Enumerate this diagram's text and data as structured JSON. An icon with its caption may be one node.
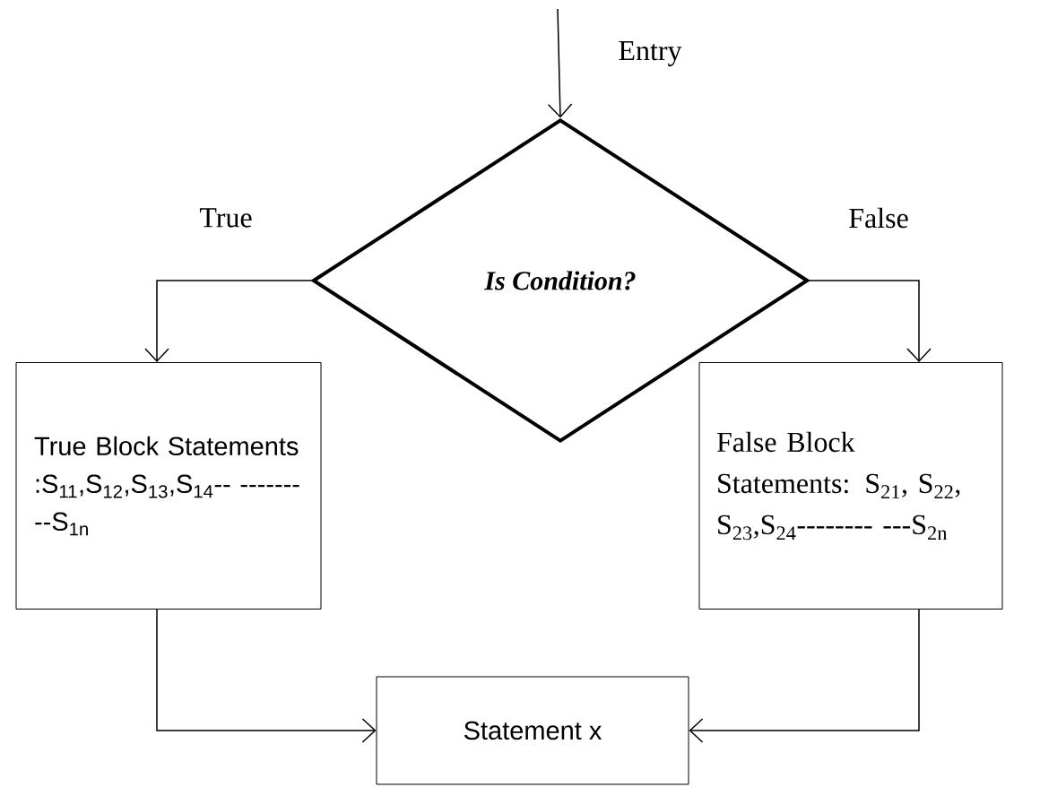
{
  "diagram": {
    "nodes": [
      {
        "text": [
          "Is Condition?"
        ]
      },
      {
        "text": [
          "True Block Statements :S$_{11}$,S$_{12}$,S$_{13}$,S$_{14}$-- ---------S$_{1n}$"
        ]
      },
      {
        "text": [
          "False Block Statements: S$_{21}$, S$_{22}$, S$_{23}$,S$_{24}$-------- ---S$_{2n}$"
        ]
      },
      {
        "text": [
          "Statement x"
        ]
      }
    ],
    "edges": [
      {
        "from": null,
        "to": 0,
        "arrow": "to",
        "label": "Entry"
      },
      {
        "from": 0,
        "to": 1,
        "arrow": "to",
        "label": "True"
      },
      {
        "from": 0,
        "to": 2,
        "arrow": "to",
        "label": "False"
      },
      {
        "from": 1,
        "to": 3,
        "arrow": "to"
      },
      {
        "from": 2,
        "to": 3,
        "arrow": "to"
      }
    ]
  }
}
